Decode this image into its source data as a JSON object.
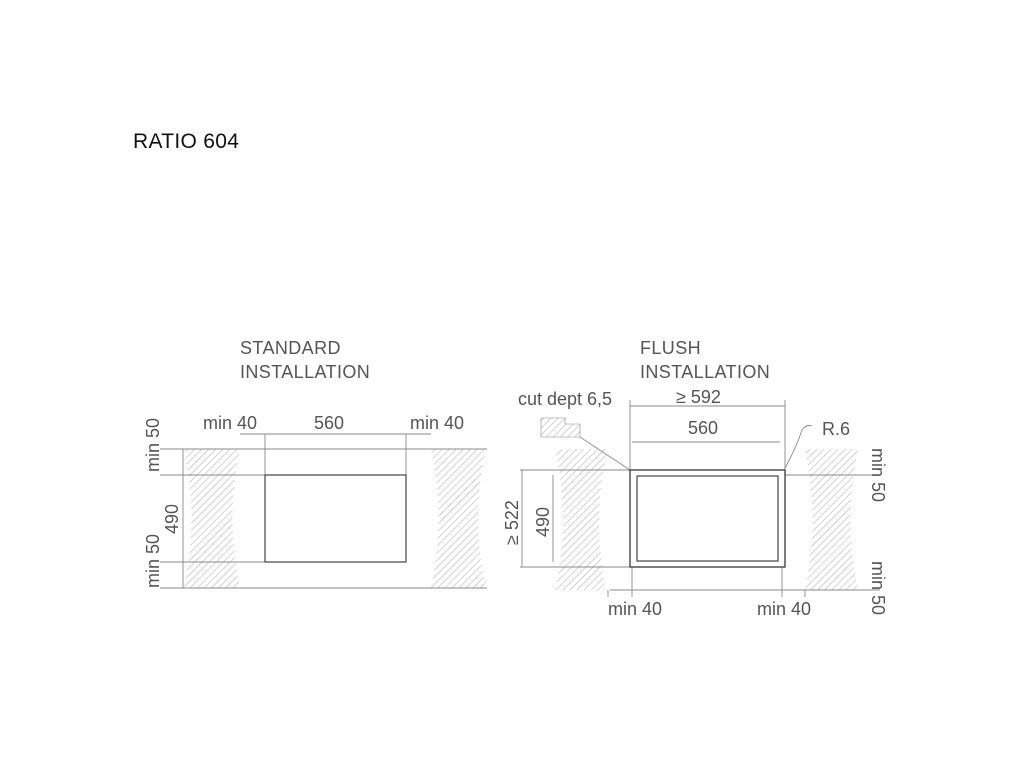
{
  "title": "RATIO 604",
  "standard": {
    "heading_line1": "STANDARD",
    "heading_line2": "INSTALLATION",
    "dim_min40_left": "min 40",
    "dim_width": "560",
    "dim_min40_right": "min 40",
    "dim_min50_top": "min 50",
    "dim_depth": "490",
    "dim_min50_bottom": "min 50"
  },
  "flush": {
    "heading_line1": "FLUSH",
    "heading_line2": "INSTALLATION",
    "cut_depth": "cut dept 6,5",
    "dim_outer_width": "≥ 592",
    "dim_width": "560",
    "radius": "R.6",
    "dim_outer_depth": "≥ 522",
    "dim_depth": "490",
    "dim_min40_left": "min 40",
    "dim_min40_right": "min 40",
    "dim_min50_top": "min 50",
    "dim_min50_bottom": "min 50"
  },
  "colors": {
    "line": "#444444",
    "hatch": "#9a9a9a",
    "text": "#555555"
  }
}
